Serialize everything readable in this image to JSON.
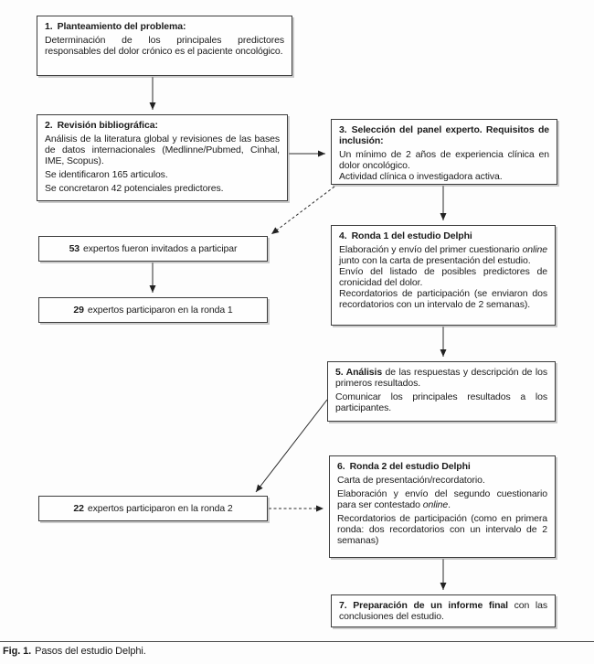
{
  "figure_caption": {
    "label": "Fig. 1.",
    "text": "Pasos del estudio Delphi."
  },
  "boxes": {
    "step1": {
      "num": "1.",
      "title": "Planteamiento del problema:",
      "p1": "Determinación de los principales predictores responsables del dolor crónico es el paciente oncológico."
    },
    "step2": {
      "num": "2.",
      "title": "Revisión bibliográfica:",
      "p1": "Análisis de la literatura global y revisiones de las bases de datos internacionales (Medlinne/Pubmed, Cinhal, IME, Scopus).",
      "p2": "Se identificaron 165 articulos.",
      "p3": "Se concretaron 42 potenciales predictores."
    },
    "step3": {
      "num": "3.",
      "title": "Selección del panel experto. Requisitos de inclusión:",
      "p1": "Un mínimo de 2 años de experiencia clínica en dolor oncológico.",
      "p2": "Actividad clínica o investigadora activa."
    },
    "invited": {
      "count": "53",
      "text": "expertos fueron invitados a participar"
    },
    "round1": {
      "count": "29",
      "text": "expertos participaron en la ronda 1"
    },
    "step4": {
      "num": "4.",
      "title": "Ronda 1 del estudio Delphi",
      "p1_pre": "Elaboración y envío del primer cuestionario ",
      "p1_em": "online",
      "p1_post": " junto con la carta de presentación del estudio.",
      "p2": "Envío del listado de posibles predictores de cronicidad del dolor.",
      "p3": "Recordatorios de participación (se enviaron dos recordatorios con un intervalo de 2 semanas)."
    },
    "step5": {
      "lead": "5. Análisis",
      "p1": " de las respuestas y descripción de los primeros resultados.",
      "p2": "Comunicar los principales resultados a los participantes."
    },
    "step6": {
      "num": "6.",
      "title": "Ronda 2 del estudio Delphi",
      "p1": "Carta de presentación/recordatorio.",
      "p2_pre": "Elaboración y envío del segundo cuestionario para ser contestado ",
      "p2_em": "online",
      "p2_post": ".",
      "p3": "Recordatorios de participación (como en primera ronda: dos recordatorios con un intervalo de 2 semanas)"
    },
    "round2": {
      "count": "22",
      "text": "expertos participaron en la ronda 2"
    },
    "step7": {
      "lead": "7. Preparación de un informe final",
      "p1": " con las conclusiones del estudio."
    }
  }
}
